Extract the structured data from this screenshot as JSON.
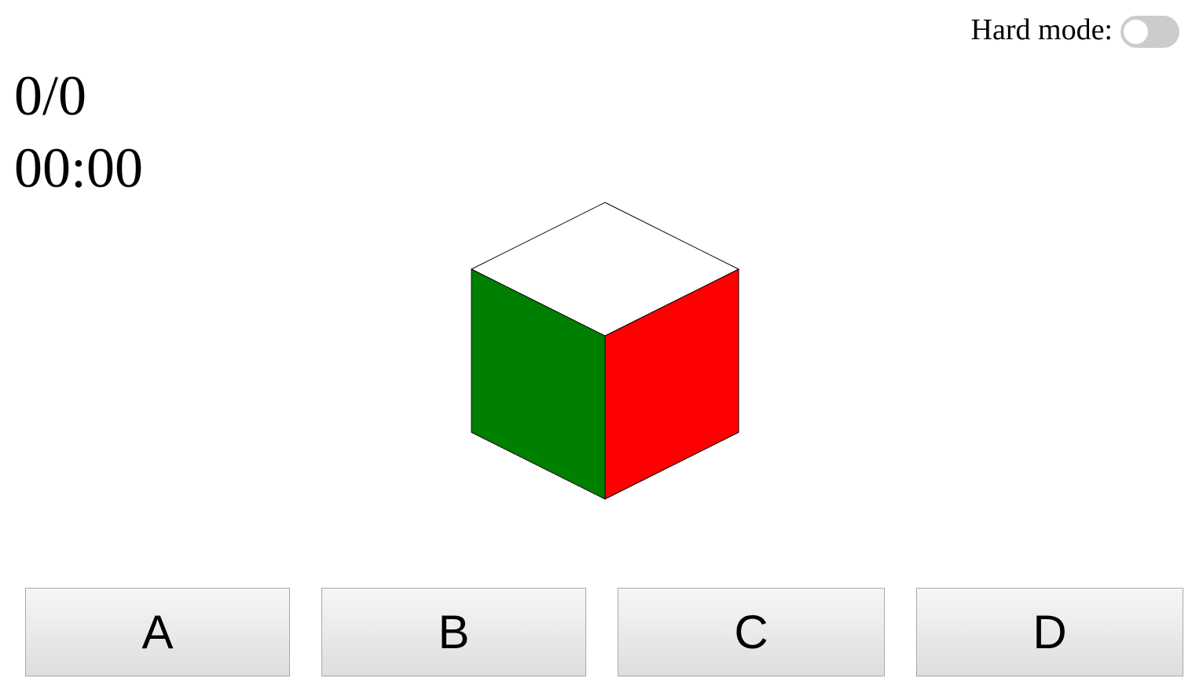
{
  "settings": {
    "hard_mode_label": "Hard mode:",
    "hard_mode_enabled": false
  },
  "stats": {
    "score": "0/0",
    "timer": "00:00"
  },
  "puzzle": {
    "faces": {
      "top": "#ffffff",
      "left": "#008000",
      "right": "#ff0000"
    },
    "edge_color": "#000000"
  },
  "answers": [
    {
      "label": "A"
    },
    {
      "label": "B"
    },
    {
      "label": "C"
    },
    {
      "label": "D"
    }
  ]
}
